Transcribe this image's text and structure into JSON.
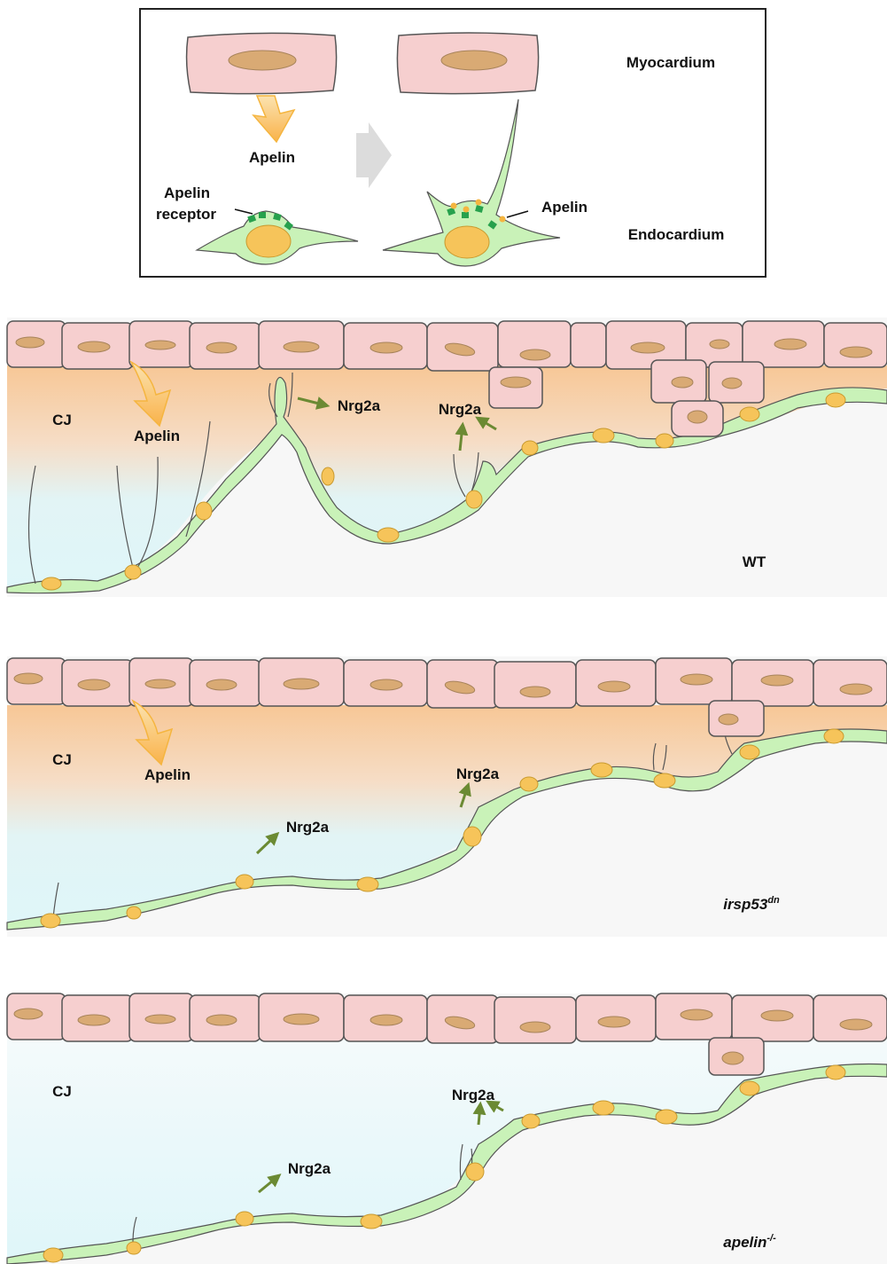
{
  "top_box": {
    "myocardium_label": "Myocardium",
    "endocardium_label": "Endocardium",
    "apelin_left": "Apelin",
    "receptor_line1": "Apelin",
    "receptor_line2": "receptor",
    "apelin_right": "Apelin"
  },
  "panels": [
    {
      "cj_label": "CJ",
      "apelin_label": "Apelin",
      "nrg_labels": [
        "Nrg2a",
        "Nrg2a"
      ],
      "genotype": "WT",
      "genotype_sup": ""
    },
    {
      "cj_label": "CJ",
      "apelin_label": "Apelin",
      "nrg_labels": [
        "Nrg2a",
        "Nrg2a"
      ],
      "genotype": "irsp53",
      "genotype_sup": "dn"
    },
    {
      "cj_label": "CJ",
      "nrg_labels": [
        "Nrg2a",
        "Nrg2a"
      ],
      "genotype": "apelin",
      "genotype_sup": "-/-"
    }
  ],
  "colors": {
    "myocyte_fill": "#f6cfcf",
    "myocyte_nucleus": "#d9aa74",
    "endo_fill": "#c9f2b8",
    "endo_nucleus": "#f6c45a",
    "lumen": "#dff6f9",
    "apelin_gradient": "#f7c796",
    "receptor": "#27a14d",
    "nrg_arrow": "#6b8a33",
    "apelin_arrow": "#f5b53f"
  }
}
